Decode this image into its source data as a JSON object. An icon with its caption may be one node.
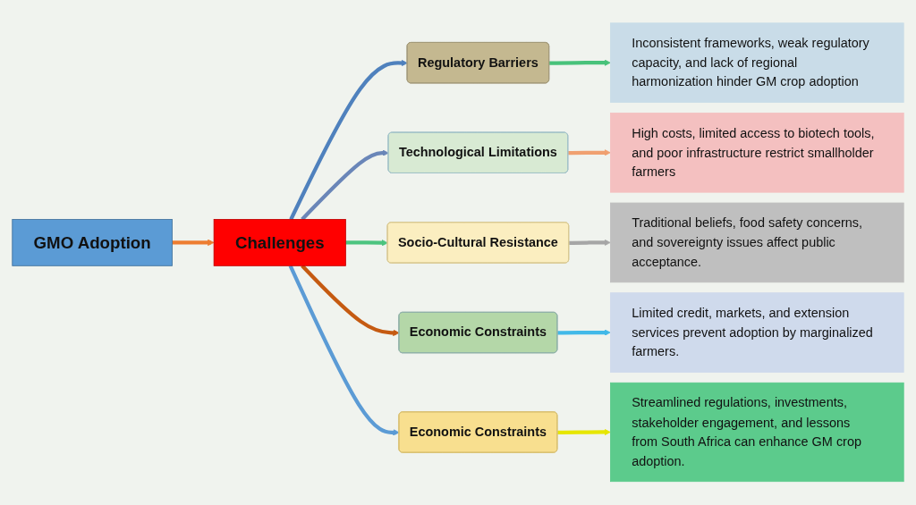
{
  "diagram": {
    "nodes": [
      {
        "text": [
          "GMO Adoption"
        ]
      },
      {
        "text": [
          "Challenges"
        ]
      },
      {
        "text": [
          "Regulatory Barriers"
        ]
      },
      {
        "text": [
          "Technological Limitations"
        ]
      },
      {
        "text": [
          "Socio-Cultural Resistance"
        ]
      },
      {
        "text": [
          "Economic Constraints"
        ]
      },
      {
        "text": [
          "Economic Constraints"
        ]
      },
      {
        "text": [
          "Inconsistent frameworks, weak regulatory capacity, and lack of regional harmonization hinder GM crop adoption"
        ]
      },
      {
        "text": [
          "High costs, limited access to biotech tools, and poor infrastructure restrict smallholder farmers"
        ]
      },
      {
        "text": [
          "Traditional beliefs, food safety concerns, and sovereignty issues affect public acceptance."
        ]
      },
      {
        "text": [
          "Limited credit, markets, and extension services prevent adoption by marginalized farmers."
        ]
      },
      {
        "text": [
          "Streamlined regulations, investments, stakeholder engagement, and lessons from South Africa can enhance GM crop adoption."
        ]
      }
    ],
    "edges": [
      {
        "from": 0,
        "to": 1,
        "arrow": "to",
        "color": "#ed7d31"
      },
      {
        "from": 1,
        "to": 2,
        "arrow": "to",
        "color": "#4f81bd"
      },
      {
        "from": 1,
        "to": 3,
        "arrow": "to",
        "color": "#6a86b8"
      },
      {
        "from": 1,
        "to": 4,
        "arrow": "to",
        "color": "#4cc47f"
      },
      {
        "from": 1,
        "to": 5,
        "arrow": "to",
        "color": "#c55a11"
      },
      {
        "from": 1,
        "to": 6,
        "arrow": "to",
        "color": "#5b9bd5"
      },
      {
        "from": 2,
        "to": 7,
        "arrow": "to",
        "color": "#48c27a"
      },
      {
        "from": 3,
        "to": 8,
        "arrow": "to",
        "color": "#f0a070"
      },
      {
        "from": 4,
        "to": 9,
        "arrow": "to",
        "color": "#a6a6a6"
      },
      {
        "from": 5,
        "to": 10,
        "arrow": "to",
        "color": "#42b9e8"
      },
      {
        "from": 6,
        "to": 11,
        "arrow": "to",
        "color": "#e6e600"
      }
    ]
  }
}
